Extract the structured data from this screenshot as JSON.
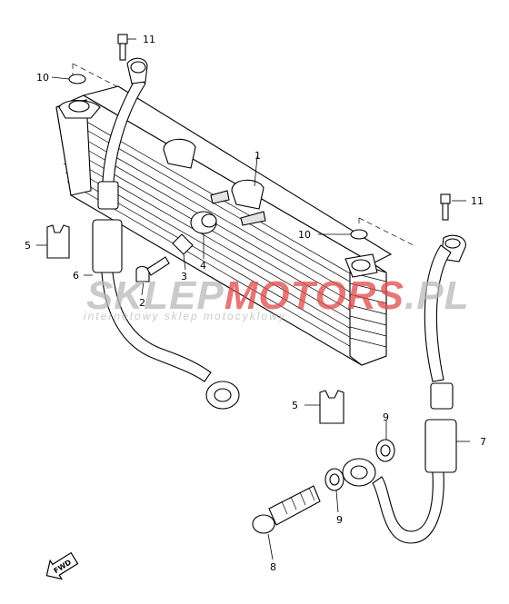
{
  "callouts": {
    "c1": "1",
    "c2": "2",
    "c3": "3",
    "c4": "4",
    "c5a": "5",
    "c5b": "5",
    "c6": "6",
    "c7": "7",
    "c8": "8",
    "c9a": "9",
    "c9b": "9",
    "c10a": "10",
    "c10b": "10",
    "c11a": "11",
    "c11b": "11"
  },
  "watermark": {
    "brand_part1": "SKLEP",
    "brand_part2": "MOTO",
    "brand_part3": "RS",
    "brand_part4": ".PL",
    "subtitle": "internetowy sklep motocyklowy",
    "colors": {
      "grey": "#b9b9b9",
      "red": "#e04a4a"
    }
  },
  "fwd_badge": {
    "label": "FWD"
  }
}
